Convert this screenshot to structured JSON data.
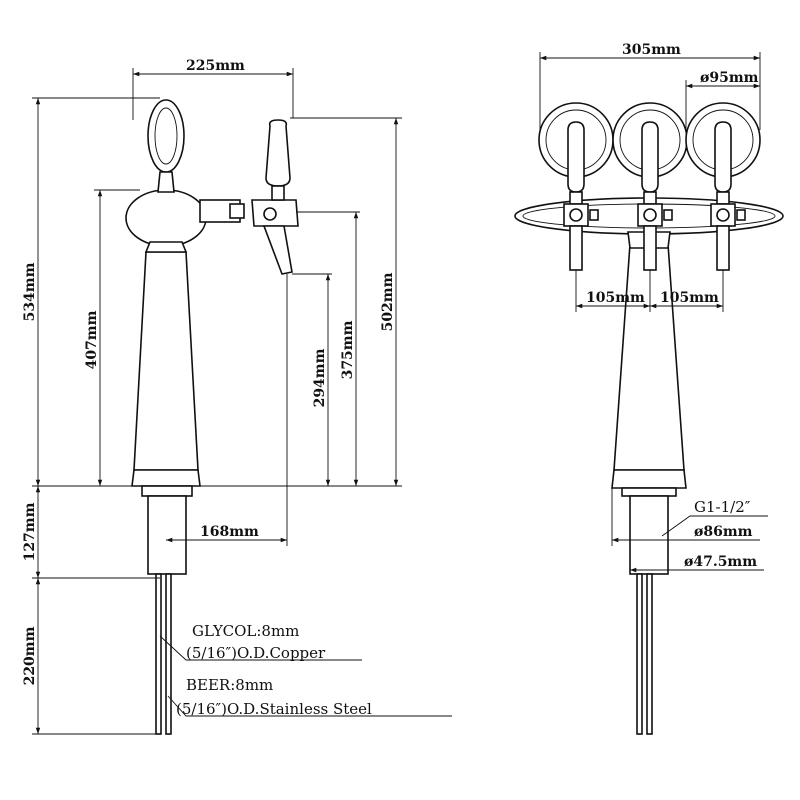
{
  "side_view": {
    "dims": {
      "handle_reach": "225mm",
      "total_height": "534mm",
      "tower_height": "407mm",
      "faucet_height": "502mm",
      "spout_height": "375mm",
      "outlet_height": "294mm",
      "shank_length": "127mm",
      "spout_offset": "168mm",
      "line_length": "220mm"
    },
    "notes": {
      "glycol": "GLYCOL:8mm",
      "glycol_spec": "(5/16″)O.D.Copper",
      "beer": "BEER:8mm",
      "beer_spec": "(5/16″)O.D.Stainless Steel"
    }
  },
  "front_view": {
    "dims": {
      "overall_width": "305mm",
      "medallion_diameter": "ø95mm",
      "tap_spacing_left": "105mm",
      "tap_spacing_right": "105mm",
      "thread": "G1-1/2″",
      "base_diameter": "ø86mm",
      "shank_diameter": "ø47.5mm"
    }
  }
}
